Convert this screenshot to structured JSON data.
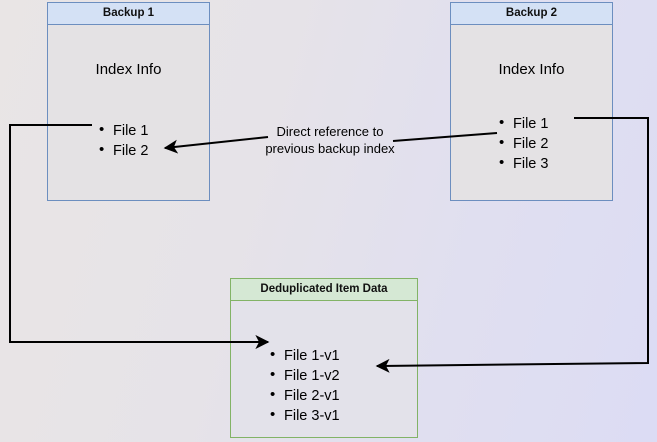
{
  "diagram": {
    "title_backup1": "Backup 1",
    "title_backup2": "Backup 2",
    "title_dedup": "Deduplicated Item Data",
    "index_label": "Index Info",
    "caption_line1": "Direct reference to",
    "caption_line2": "previous backup index",
    "backup1_files": [
      "File 1",
      "File 2"
    ],
    "backup2_files": [
      "File 1",
      "File 2",
      "File 3"
    ],
    "dedup_files": [
      "File 1-v1",
      "File 1-v2",
      "File 2-v1",
      "File 3-v1"
    ],
    "colors": {
      "blue_border": "#6c8ebf",
      "blue_header_fill": "#d4e1f5",
      "green_border": "#82b366",
      "green_header_fill": "#d5e8d4",
      "box_body_fill": "#e4e2e4",
      "connector_stroke": "#000000",
      "background_left": "#e9e5e5",
      "background_right": "#dcdcf4"
    }
  }
}
